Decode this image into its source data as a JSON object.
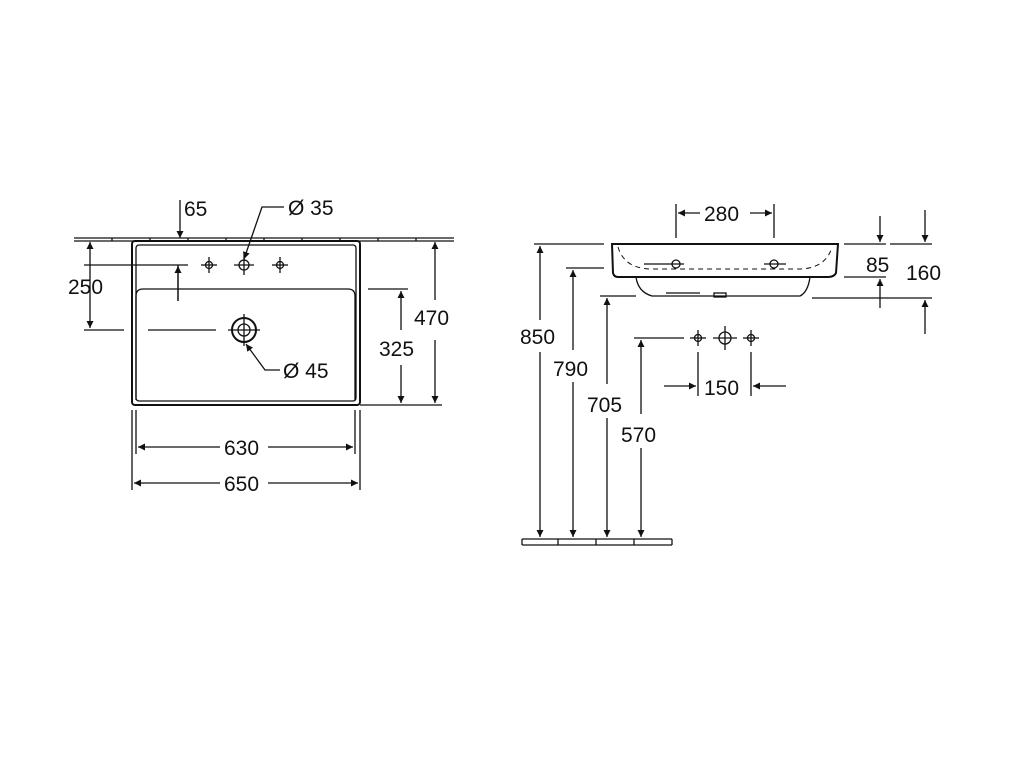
{
  "top_view": {
    "dim_tap_offset": "65",
    "dim_tap_hole": "Ø 35",
    "dim_depth_tap": "250",
    "dim_total_depth": "470",
    "dim_bowl_depth": "325",
    "dim_waste": "Ø 45",
    "dim_inner_width": "630",
    "dim_outer_width": "650"
  },
  "side_view": {
    "dim_bowl_width": "280",
    "dim_rim_height": "85",
    "dim_total_height": "160",
    "dim_height_850": "850",
    "dim_height_790": "790",
    "dim_height_705": "705",
    "dim_height_570": "570",
    "dim_tap_spacing": "150"
  }
}
